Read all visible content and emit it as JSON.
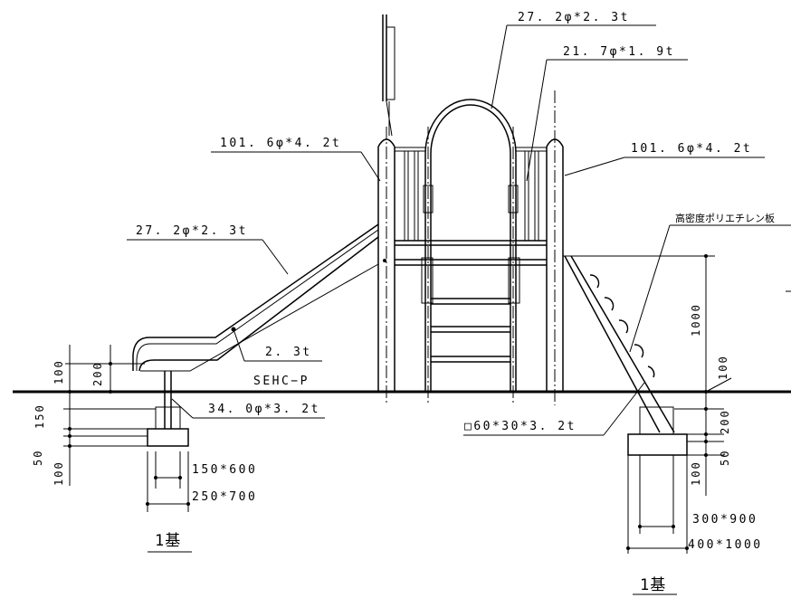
{
  "labels": {
    "arch_pipe": "27. 2φ*2. 3t",
    "rail_pipe": "21. 7φ*1. 9t",
    "post_left": "101. 6φ*4. 2t",
    "post_right": "101. 6φ*4. 2t",
    "slide_rail": "27. 2φ*2. 3t",
    "hdpe": "高密度ポリエチレン板",
    "slide_thickness": "2. 3t",
    "slide_material": "SEHC−P",
    "leg_pipe": "34. 0φ*3. 2t",
    "ladder_frame": "□60*30*3. 2t"
  },
  "dimensions": {
    "left_100_top": "100",
    "left_200": "200",
    "left_150": "150",
    "left_50": "50",
    "left_100_bottom": "100",
    "left_footing_inner": "150*600",
    "left_footing_outer": "250*700",
    "right_1000": "1000",
    "right_100": "100",
    "right_200": "200",
    "right_50": "50",
    "right_100_bottom": "100",
    "right_footing_inner": "300*900",
    "right_footing_outer": "400*1000"
  },
  "captions": {
    "left_count": "1基",
    "right_count": "1基"
  }
}
